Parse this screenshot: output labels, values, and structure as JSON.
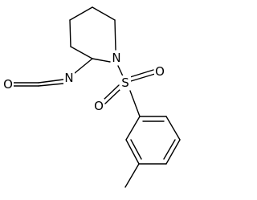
{
  "molecule": {
    "atoms": {
      "nitrogen_ring": "N",
      "nitrogen_isocyanate": "N",
      "carbon_isocyanate": "C",
      "oxygen_isocyanate": "O",
      "sulfur": "S",
      "oxygen_sulfonyl_top": "O",
      "oxygen_sulfonyl_left": "O"
    },
    "colors": {
      "bond": "#000000",
      "label": "#000000",
      "background": "#ffffff"
    }
  }
}
